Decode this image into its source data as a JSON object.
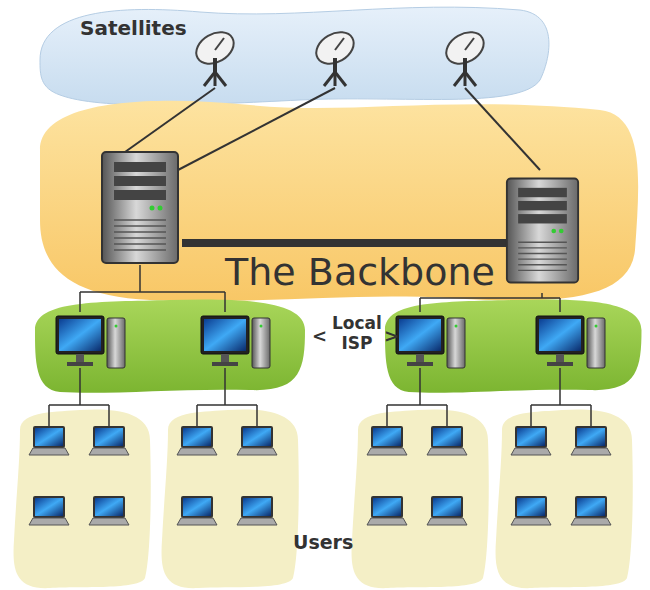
{
  "diagram": {
    "nodes": [
      {
        "text": [
          "Satellites"
        ]
      },
      {
        "text": [
          "The Backbone"
        ]
      }
    ],
    "edges": [
      {
        "from": 1,
        "to": 0,
        "arrow": "none"
      },
      {
        "from": 1,
        "to": 0,
        "arrow": "none"
      },
      {
        "from": 1,
        "to": 0,
        "arrow": "none"
      }
    ],
    "labels": [
      "<",
      "Local ISP",
      ">",
      "Users"
    ]
  }
}
